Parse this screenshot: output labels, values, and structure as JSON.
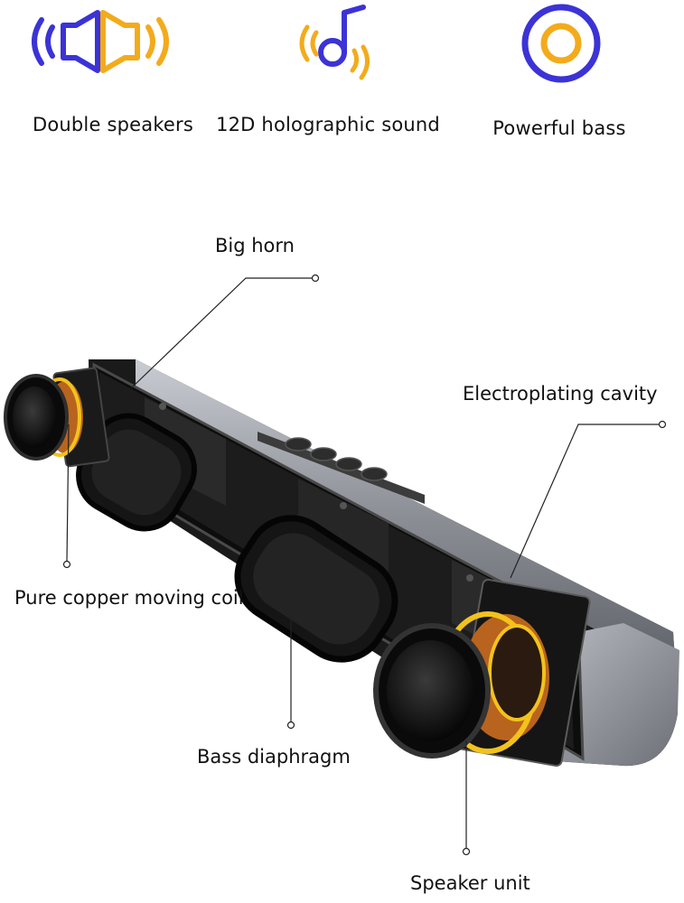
{
  "features": [
    {
      "label": "Double speakers",
      "icon": "double-speaker-icon"
    },
    {
      "label": "12D holographic sound",
      "icon": "music-note-waves-icon"
    },
    {
      "label": "Powerful bass",
      "icon": "bass-ring-icon"
    }
  ],
  "callouts": {
    "big_horn": "Big horn",
    "electroplating_cavity": "Electroplating cavity",
    "pure_copper_coil": "Pure copper moving coil",
    "bass_diaphragm": "Bass diaphragm",
    "speaker_unit": "Speaker unit"
  },
  "colors": {
    "blue": "#3b33d6",
    "orange": "#f3ab1c",
    "speaker_body": "#8c8f96",
    "speaker_dark": "#111111",
    "coil": "#b8641f"
  }
}
